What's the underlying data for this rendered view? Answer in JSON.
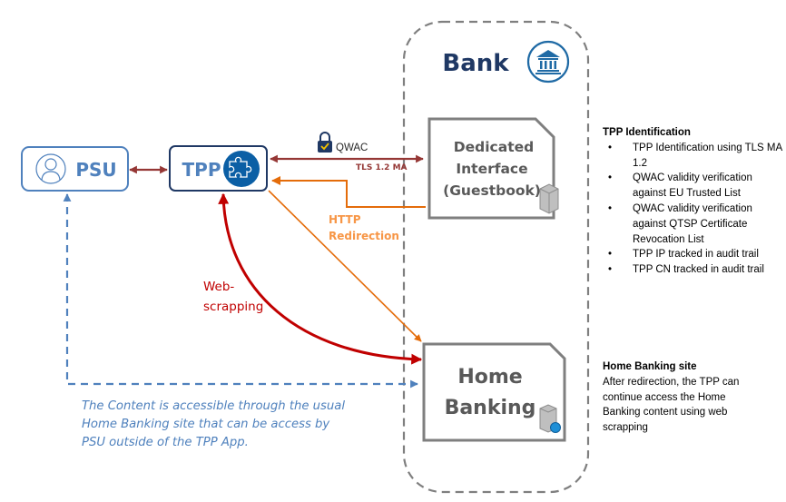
{
  "colors": {
    "blue": "#4f81bd",
    "navy": "#1f3864",
    "dark_red": "#953735",
    "red": "#c00000",
    "orange": "#e46c0a",
    "gray": "#7f7f7f",
    "text_gray": "#595959"
  },
  "nodes": {
    "psu": {
      "label": "PSU",
      "icon": "person-icon"
    },
    "tpp": {
      "label": "TPP",
      "icon": "puzzle-icon"
    },
    "bank": {
      "label": "Bank",
      "icon": "bank-building-icon"
    },
    "dedicated_interface": {
      "lines": [
        "Dedicated",
        "Interface",
        "(Guestbook)"
      ],
      "icon": "server-icon"
    },
    "home_banking": {
      "lines": [
        "Home",
        "Banking"
      ],
      "icon": "web-server-icon"
    }
  },
  "edges": {
    "psu_tpp": {
      "label": ""
    },
    "tls": {
      "label": "TLS 1.2 MA",
      "cert_label": "QWAC",
      "cert_icon": "padlock-icon"
    },
    "http_redirection": {
      "lines": [
        "HTTP",
        "Redirection"
      ]
    },
    "web_scrapping": {
      "lines": [
        "Web-",
        "scrapping"
      ]
    },
    "psu_home_banking": {
      "label": ""
    }
  },
  "note": "The Content is accessible through the usual Home Banking site that can be access by PSU outside of the TPP App.",
  "side_panels": {
    "tpp_identification": {
      "title": "TPP Identification",
      "items": [
        "TPP Identification using TLS MA 1.2",
        "QWAC validity verification against EU Trusted List",
        "QWAC validity verification against QTSP Certificate Revocation List",
        "TPP IP tracked in audit trail",
        "TPP CN tracked in audit trail"
      ]
    },
    "home_banking_site": {
      "title": "Home Banking site",
      "body": "After redirection, the TPP can continue access the Home Banking content using web scrapping"
    }
  }
}
